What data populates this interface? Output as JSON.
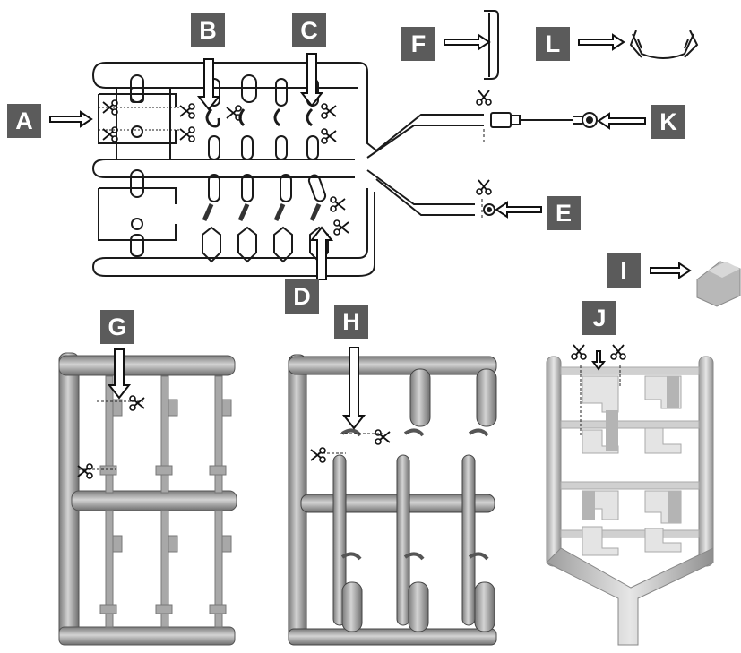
{
  "labels": {
    "A": "A",
    "B": "B",
    "C": "C",
    "D": "D",
    "E": "E",
    "F": "F",
    "G": "G",
    "H": "H",
    "I": "I",
    "J": "J",
    "K": "K",
    "L": "L"
  },
  "icons": {
    "cut": "scissors-icon",
    "pointer": "arrow-icon"
  },
  "colors": {
    "label_bg": "#5b5b5b",
    "label_text": "#ffffff",
    "outline": "#1a1a1a",
    "sprue_fill": "#9a9a9a",
    "sprue_highlight": "#d2d2d2"
  }
}
